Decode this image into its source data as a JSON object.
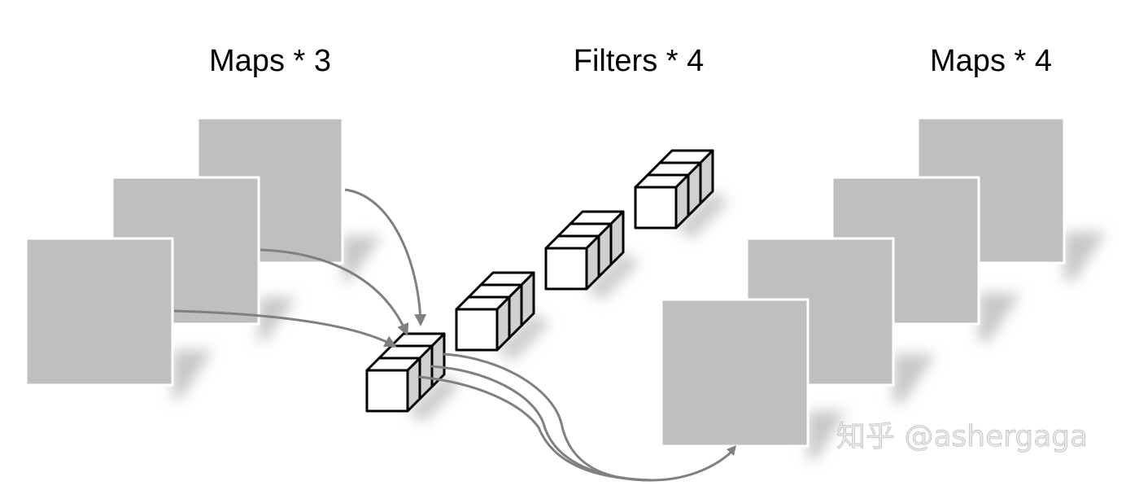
{
  "labels": {
    "input_maps": "Maps * 3",
    "filters": "Filters * 4",
    "output_maps": "Maps * 4"
  },
  "watermark": "知乎 @ashergaga",
  "colors": {
    "map_fill": "#bfbfbf",
    "map_border": "#ffffff",
    "arrow": "#808080",
    "cube_side": "#d0d0d0",
    "cube_outline": "#000000"
  },
  "diagram": {
    "input_map_count": 3,
    "filter_count": 4,
    "filter_depth": 3,
    "output_map_count": 4
  }
}
